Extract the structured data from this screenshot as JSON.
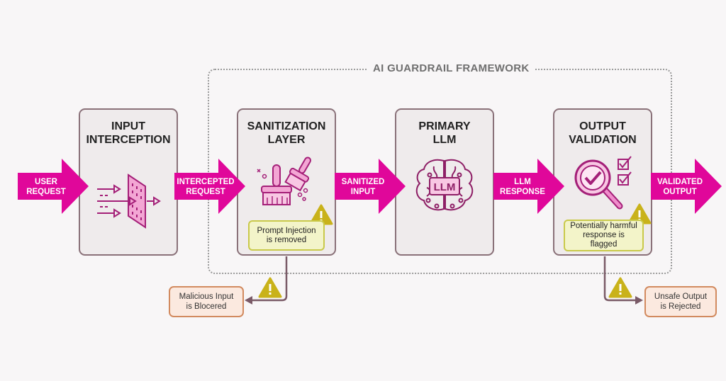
{
  "framework": {
    "title": "AI GUARDRAIL FRAMEWORK"
  },
  "colors": {
    "accent": "#e0079a",
    "card_bg": "#efebec",
    "card_border": "#8a7179",
    "warning": "#c9b21a",
    "note_bg": "#f3f4c9",
    "outcome_bg": "#fbe9df",
    "outcome_border": "#d28a5f"
  },
  "arrows": [
    {
      "label": "USER\nREQUEST"
    },
    {
      "label": "INTERCEPTED\nREQUEST"
    },
    {
      "label": "SANITIZED\nINPUT"
    },
    {
      "label": "LLM\nRESPONSE"
    },
    {
      "label": "VALIDATED\nOUTPUT"
    }
  ],
  "stages": [
    {
      "title": "INPUT\nINTERCEPTION",
      "icon": "filter-wall-icon"
    },
    {
      "title": "SANITIZATION\nLAYER",
      "icon": "broom-icon",
      "note": "Prompt Injection\nis removed"
    },
    {
      "title": "PRIMARY\nLLM",
      "icon": "brain-icon",
      "chip_label": "LLM"
    },
    {
      "title": "OUTPUT\nVALIDATION",
      "icon": "magnifier-check-icon",
      "note": "Potentially harmful\nresponse is\nflagged"
    }
  ],
  "outcomes": [
    {
      "text": "Malicious Input\nis Blocered"
    },
    {
      "text": "Unsafe Output\nis Rejected"
    }
  ]
}
